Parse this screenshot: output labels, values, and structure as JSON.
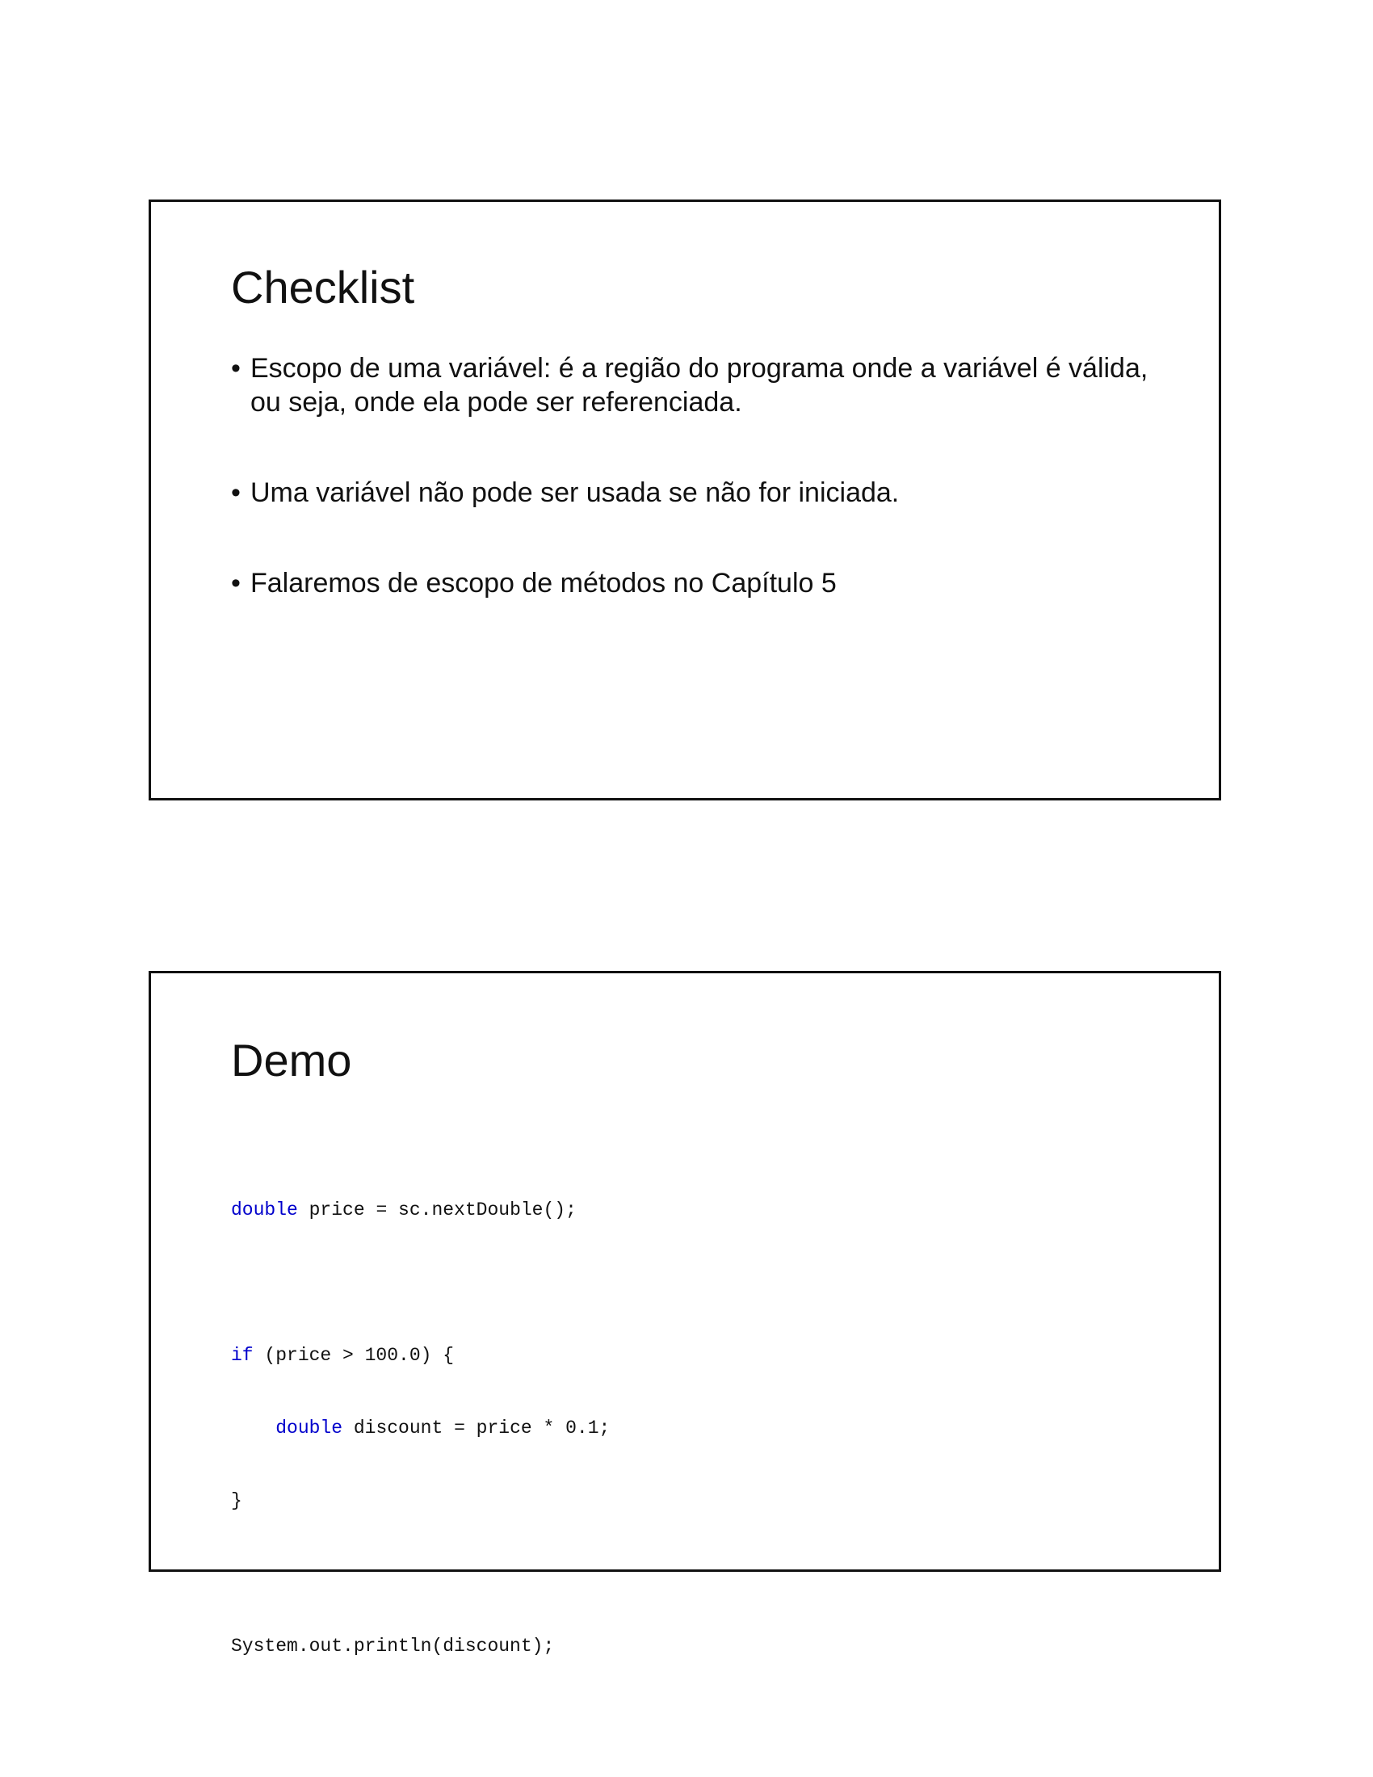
{
  "slides": [
    {
      "title": "Checklist",
      "bullets": [
        "Escopo de uma variável: é a região do programa onde a variável é válida, ou seja, onde ela pode ser referenciada.",
        "Uma variável não pode ser usada se não for iniciada.",
        "Falaremos de escopo de métodos no Capítulo 5"
      ]
    },
    {
      "title": "Demo",
      "code": {
        "line1_kw": "double",
        "line1_rest": " price = sc.nextDouble();",
        "line3_kw": "if",
        "line3_rest": " (price > 100.0) {",
        "line4_indent": "    ",
        "line4_kw": "double",
        "line4_rest": " discount = price * 0.1;",
        "line5": "}",
        "line7": "System.out.println(discount);"
      }
    }
  ],
  "colors": {
    "keyword": "#0000cc",
    "border": "#111111"
  }
}
